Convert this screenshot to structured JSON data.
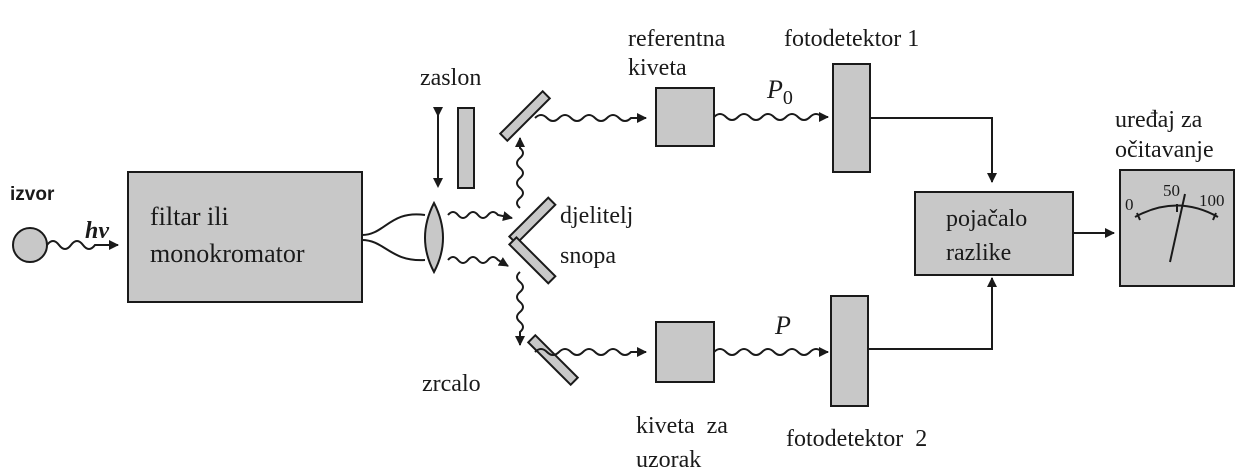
{
  "labels": {
    "source": "izvor",
    "photon": "hν",
    "filter_line1": "filtar ili",
    "filter_line2": "monokromator",
    "shutter": "zaslon",
    "splitter_line1": "djelitelj",
    "splitter_line2": "snopa",
    "mirror": "zrcalo",
    "ref_cuvette_line1": "referentna",
    "ref_cuvette_line2": "kiveta",
    "sample_cuvette_line1": "kiveta  za",
    "sample_cuvette_line2": "uzorak",
    "power_ref": "P",
    "power_ref_sub": "0",
    "power_sample": "P",
    "detector1": "fotodetektor 1",
    "detector2": "fotodetektor  2",
    "amp_line1": "pojačalo",
    "amp_line2": "razlike",
    "readout_line1": "uređaj za",
    "readout_line2": "očitavanje",
    "meter_0": "0",
    "meter_50": "50",
    "meter_100": "100"
  },
  "colors": {
    "component_fill": "#c8c8c8",
    "stroke": "#1a1a1a",
    "background": "#ffffff"
  }
}
